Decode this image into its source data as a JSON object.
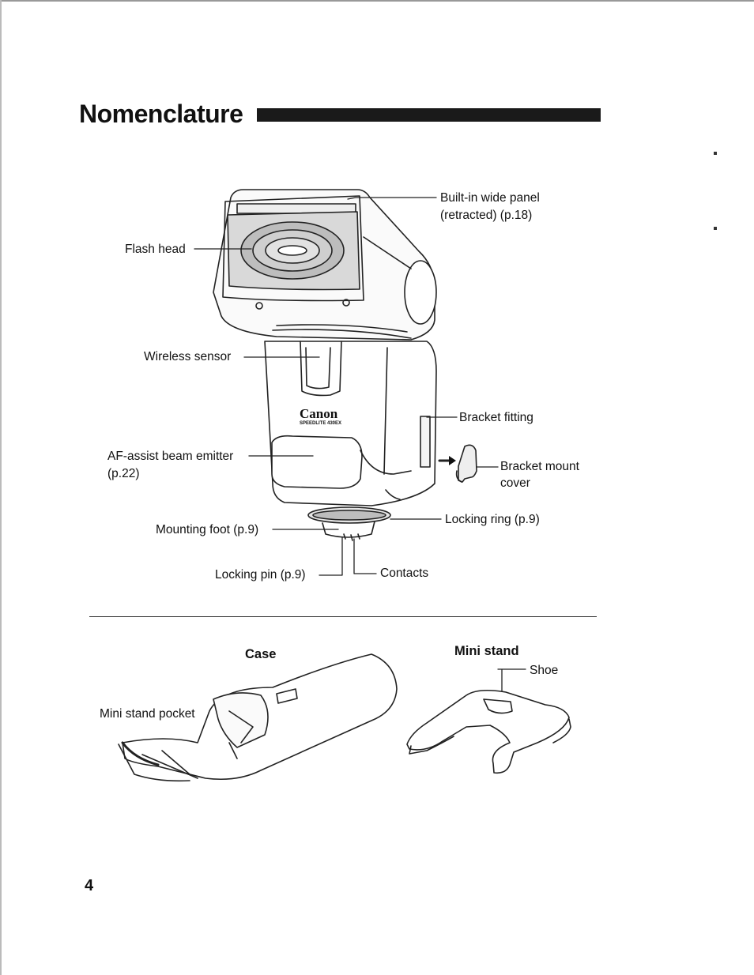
{
  "title": "Nomenclature",
  "labels": {
    "wide_panel": "Built-in wide panel",
    "wide_panel_ref": "(retracted) (p.18)",
    "flash_head": "Flash head",
    "wireless_sensor": "Wireless sensor",
    "bracket_fitting": "Bracket fitting",
    "af_assist": "AF-assist beam emitter",
    "af_assist_ref": "(p.22)",
    "bracket_mount": "Bracket mount",
    "bracket_mount_2": "cover",
    "locking_ring": "Locking ring (p.9)",
    "mounting_foot": "Mounting foot (p.9)",
    "locking_pin": "Locking pin (p.9)",
    "contacts": "Contacts",
    "case": "Case",
    "mini_stand": "Mini stand",
    "shoe": "Shoe",
    "mini_stand_pocket": "Mini stand pocket",
    "brand": "Canon",
    "model": "SPEEDLITE 430EX"
  },
  "page_number": "4"
}
